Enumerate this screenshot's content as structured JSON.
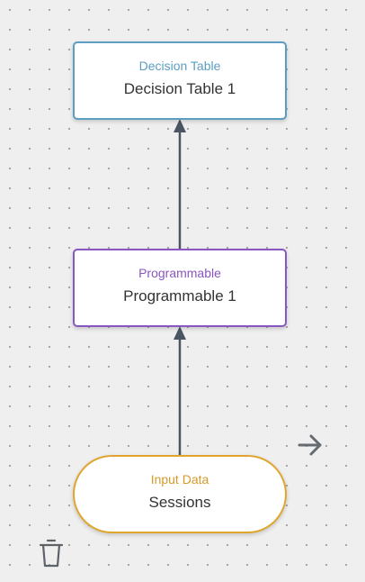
{
  "nodes": {
    "decision_table": {
      "type_label": "Decision Table",
      "name": "Decision Table 1",
      "color": "#5b9ec1"
    },
    "programmable": {
      "type_label": "Programmable",
      "name": "Programmable 1",
      "color": "#8a56c2"
    },
    "input_data": {
      "type_label": "Input Data",
      "name": "Sessions",
      "color": "#e0a52e"
    }
  },
  "edges": [
    {
      "from": "input_data",
      "to": "programmable"
    },
    {
      "from": "programmable",
      "to": "decision_table"
    }
  ],
  "tools": {
    "connect_icon": "arrow-right-icon",
    "delete_icon": "trash-icon"
  },
  "colors": {
    "canvas_background": "#efefef",
    "grid_dot": "#a3a3a3",
    "edge": "#4b5563"
  }
}
